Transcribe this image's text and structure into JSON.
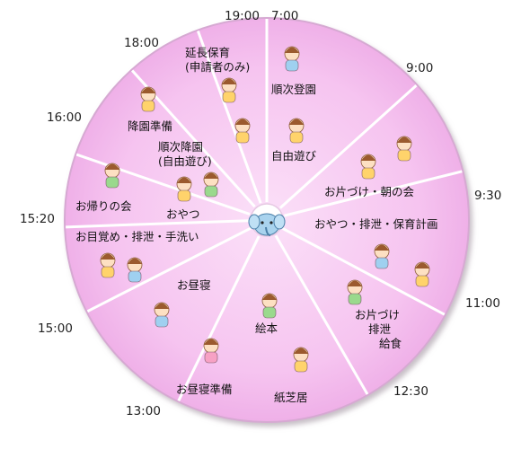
{
  "times": [
    "7:00",
    "9:00",
    "9:30",
    "11:00",
    "12:30",
    "13:00",
    "15:00",
    "15:20",
    "16:00",
    "18:00",
    "19:00"
  ],
  "activities": [
    {
      "id": "arrival",
      "lines": [
        "順次登園"
      ]
    },
    {
      "id": "free-play",
      "lines": [
        "自由遊び"
      ]
    },
    {
      "id": "tidy-morning",
      "lines": [
        "お片づけ・朝の会"
      ]
    },
    {
      "id": "snack-plan",
      "lines": [
        "おやつ・排泄・保育計画"
      ]
    },
    {
      "id": "tidy-lunch",
      "lines": [
        "お片づけ",
        "排泄",
        "給食"
      ]
    },
    {
      "id": "picture-book",
      "lines": [
        "絵本"
      ]
    },
    {
      "id": "kamishibai",
      "lines": [
        "紙芝居"
      ]
    },
    {
      "id": "nap-prep",
      "lines": [
        "お昼寝準備"
      ]
    },
    {
      "id": "nap",
      "lines": [
        "お昼寝"
      ]
    },
    {
      "id": "wake-wash",
      "lines": [
        "お目覚め・排泄・手洗い"
      ]
    },
    {
      "id": "snack-pm",
      "lines": [
        "おやつ"
      ]
    },
    {
      "id": "goodbye",
      "lines": [
        "お帰りの会"
      ]
    },
    {
      "id": "free-play-pm",
      "lines": [
        "順次降園",
        "(自由遊び)"
      ]
    },
    {
      "id": "home-prep",
      "lines": [
        "降園準備"
      ]
    },
    {
      "id": "extended-care",
      "lines": [
        "延長保育",
        "(申請者のみ)"
      ]
    }
  ],
  "colors": {
    "sector": "#f6bff0",
    "sector_edge": "#f3b3ec",
    "divider": "#ffffff",
    "rim": "#c9a6c7",
    "hub": "#ffffff",
    "mascot": "#a9d3ee"
  },
  "icons": {
    "center": "elephant-mascot-icon"
  }
}
